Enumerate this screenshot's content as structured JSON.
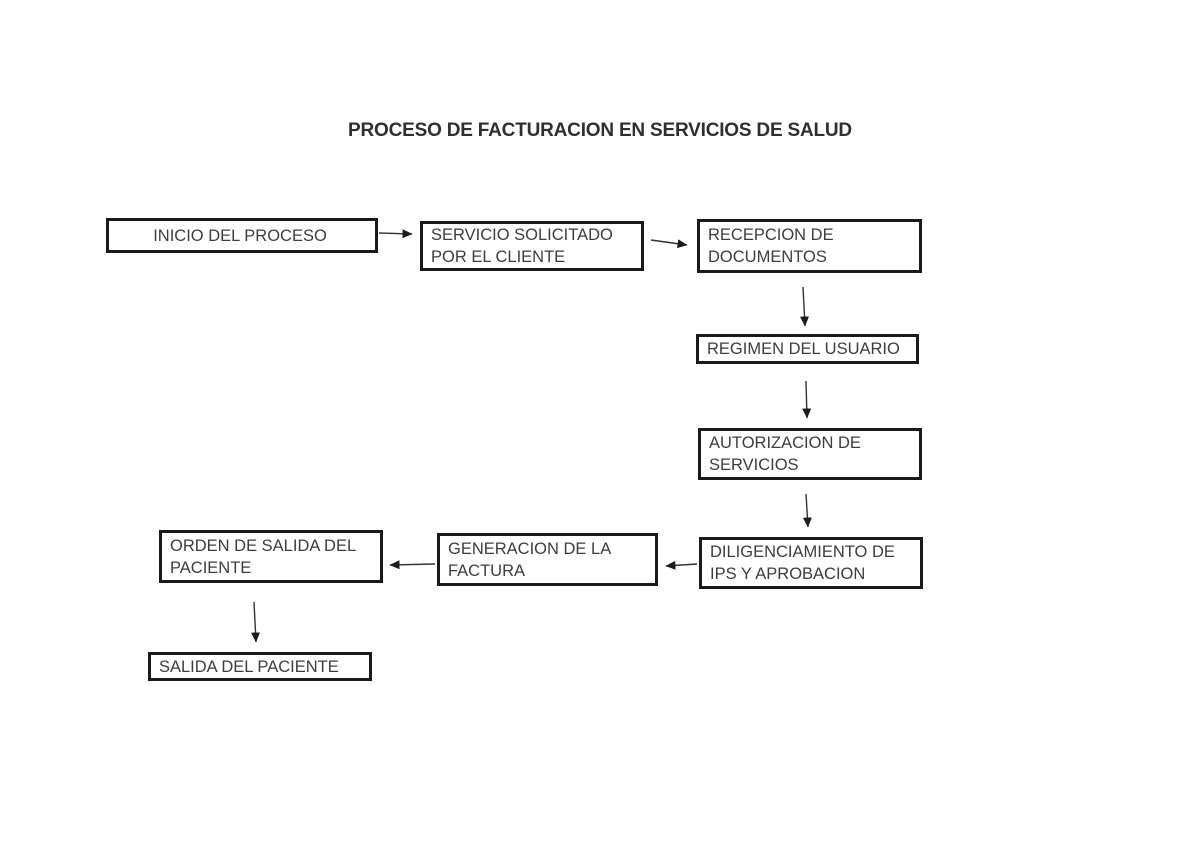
{
  "page": {
    "background_color": "#ffffff",
    "text_color": "#3d3d3d",
    "border_color": "#1a1a1a"
  },
  "diagram": {
    "title": "PROCESO DE FACTURACION EN SERVICIOS DE SALUD",
    "type": "flowchart",
    "nodes": [
      {
        "id": "inicio",
        "label": "INICIO DEL PROCESO"
      },
      {
        "id": "servicio",
        "label": "SERVICIO SOLICITADO\nPOR EL CLIENTE"
      },
      {
        "id": "recepcion",
        "label": "RECEPCION DE\nDOCUMENTOS"
      },
      {
        "id": "regimen",
        "label": "REGIMEN DEL USUARIO"
      },
      {
        "id": "autorizacion",
        "label": "AUTORIZACION DE\nSERVICIOS"
      },
      {
        "id": "diligenciamiento",
        "label": "DILIGENCIAMIENTO DE\nIPS Y APROBACION"
      },
      {
        "id": "generacion",
        "label": "GENERACION DE LA\nFACTURA"
      },
      {
        "id": "orden",
        "label": "ORDEN DE SALIDA DEL\nPACIENTE"
      },
      {
        "id": "salida",
        "label": "SALIDA DEL PACIENTE"
      }
    ],
    "edges": [
      {
        "from": "inicio",
        "to": "servicio",
        "direction": "right"
      },
      {
        "from": "servicio",
        "to": "recepcion",
        "direction": "right"
      },
      {
        "from": "recepcion",
        "to": "regimen",
        "direction": "down"
      },
      {
        "from": "regimen",
        "to": "autorizacion",
        "direction": "down"
      },
      {
        "from": "autorizacion",
        "to": "diligenciamiento",
        "direction": "down"
      },
      {
        "from": "diligenciamiento",
        "to": "generacion",
        "direction": "left"
      },
      {
        "from": "generacion",
        "to": "orden",
        "direction": "left"
      },
      {
        "from": "orden",
        "to": "salida",
        "direction": "down"
      }
    ]
  }
}
